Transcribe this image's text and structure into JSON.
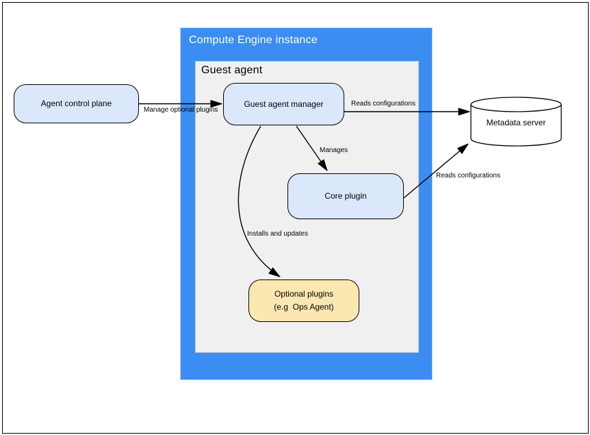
{
  "diagram": {
    "compute_engine_container": {
      "title": "Compute Engine instance"
    },
    "guest_agent_container": {
      "title": "Guest agent"
    },
    "nodes": {
      "agent_control_plane": {
        "label": "Agent control plane"
      },
      "guest_agent_manager": {
        "label": "Guest agent manager"
      },
      "core_plugin": {
        "label": "Core plugin"
      },
      "optional_plugins": {
        "line1": "Optional plugins",
        "line2": "(e.g  Ops Agent)"
      },
      "metadata_server": {
        "label": "Metadata server"
      }
    },
    "edge_labels": {
      "control_to_manager": "Manage optional plugins",
      "manager_to_metadata": "Reads configurations",
      "manager_to_core": "Manages",
      "core_to_metadata": "Reads configurations",
      "manager_to_optional": "Installs and updates"
    },
    "colors": {
      "container_blue": "#3b8df2",
      "container_gray_fill": "#f0f0f1",
      "container_gray_border": "#c9c9c9",
      "node_blue_fill": "#dbe8fb",
      "node_yellow_fill": "#fbe7b0",
      "node_border": "#000000",
      "edge_stroke": "#000000",
      "title_text": "#ffffff"
    }
  }
}
